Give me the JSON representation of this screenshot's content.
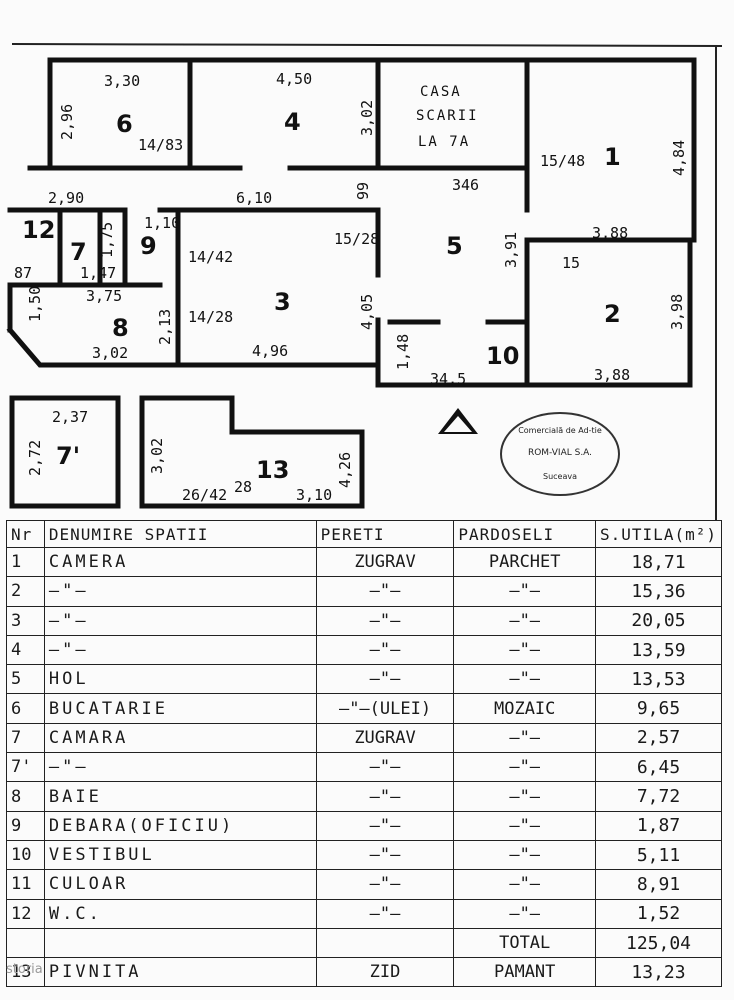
{
  "plan": {
    "rooms": {
      "r1": "1",
      "r2": "2",
      "r3": "3",
      "r4": "4",
      "r5": "5",
      "r6": "6",
      "r7": "7",
      "r7b": "7'",
      "r8": "8",
      "r9": "9",
      "r10": "10",
      "r12": "12",
      "r13": "13"
    },
    "stair_label": [
      "CASA",
      "SCARII",
      "LA 7A"
    ],
    "dims": {
      "d_330": "3,30",
      "d_296": "2,96",
      "d_1483": "14/83",
      "d_450": "4,50",
      "d_302a": "3,02",
      "d_346": "346",
      "d_1548": "15/48",
      "d_484": "4,84",
      "d_290": "2,90",
      "d_610": "6,10",
      "d_99": "99",
      "d_1528": "15/28",
      "d_391": "3,91",
      "d_388a": "3,88",
      "d_15": "15",
      "d_1442": "14/42",
      "d_175": "1,75",
      "d_110": "1,10",
      "d_87": "87",
      "d_147": "1,47",
      "d_150": "1,50",
      "d_375": "3,75",
      "d_213": "2,13",
      "d_1428": "14/28",
      "d_405": "4,05",
      "d_398": "3,98",
      "d_302b": "3,02",
      "d_496": "4,96",
      "d_148": "1,48",
      "d_345": "34,5",
      "d_388b": "3,88",
      "d_237": "2,37",
      "d_272": "2,72",
      "d_302c": "3,02",
      "d_426": "4,26",
      "d_2642": "26/42",
      "d_28": "28",
      "d_310": "3,10"
    },
    "stamp": {
      "top": "Comercială de Ad-tie",
      "mid": "ROM-VIAL S.A.",
      "bot": "Suceava"
    }
  },
  "table": {
    "headers": [
      "Nr",
      "DENUMIRE SPATII",
      "PERETI",
      "PARDOSELI",
      "S.UTILA(m²)"
    ],
    "rows": [
      [
        "1",
        "CAMERA",
        "ZUGRAV",
        "PARCHET",
        "18,71"
      ],
      [
        "2",
        "—\"—",
        "—\"—",
        "—\"—",
        "15,36"
      ],
      [
        "3",
        "—\"—",
        "—\"—",
        "—\"—",
        "20,05"
      ],
      [
        "4",
        "—\"—",
        "—\"—",
        "—\"—",
        "13,59"
      ],
      [
        "5",
        "HOL",
        "—\"—",
        "—\"—",
        "13,53"
      ],
      [
        "6",
        "BUCATARIE",
        "—\"—(ULEI)",
        "MOZAIC",
        "9,65"
      ],
      [
        "7",
        "CAMARA",
        "ZUGRAV",
        "—\"—",
        "2,57"
      ],
      [
        "7'",
        "—\"—",
        "—\"—",
        "—\"—",
        "6,45"
      ],
      [
        "8",
        "BAIE",
        "—\"—",
        "—\"—",
        "7,72"
      ],
      [
        "9",
        "DEBARA(OFICIU)",
        "—\"—",
        "—\"—",
        "1,87"
      ],
      [
        "10",
        "VESTIBUL",
        "—\"—",
        "—\"—",
        "5,11"
      ],
      [
        "11",
        "CULOAR",
        "—\"—",
        "—\"—",
        "8,91"
      ],
      [
        "12",
        "W.C.",
        "—\"—",
        "—\"—",
        "1,52"
      ],
      [
        "",
        "",
        "",
        "TOTAL",
        "125,04"
      ],
      [
        "13",
        "PIVNITA",
        "ZID",
        "PAMANT",
        "13,23"
      ]
    ]
  },
  "watermark": "storia"
}
